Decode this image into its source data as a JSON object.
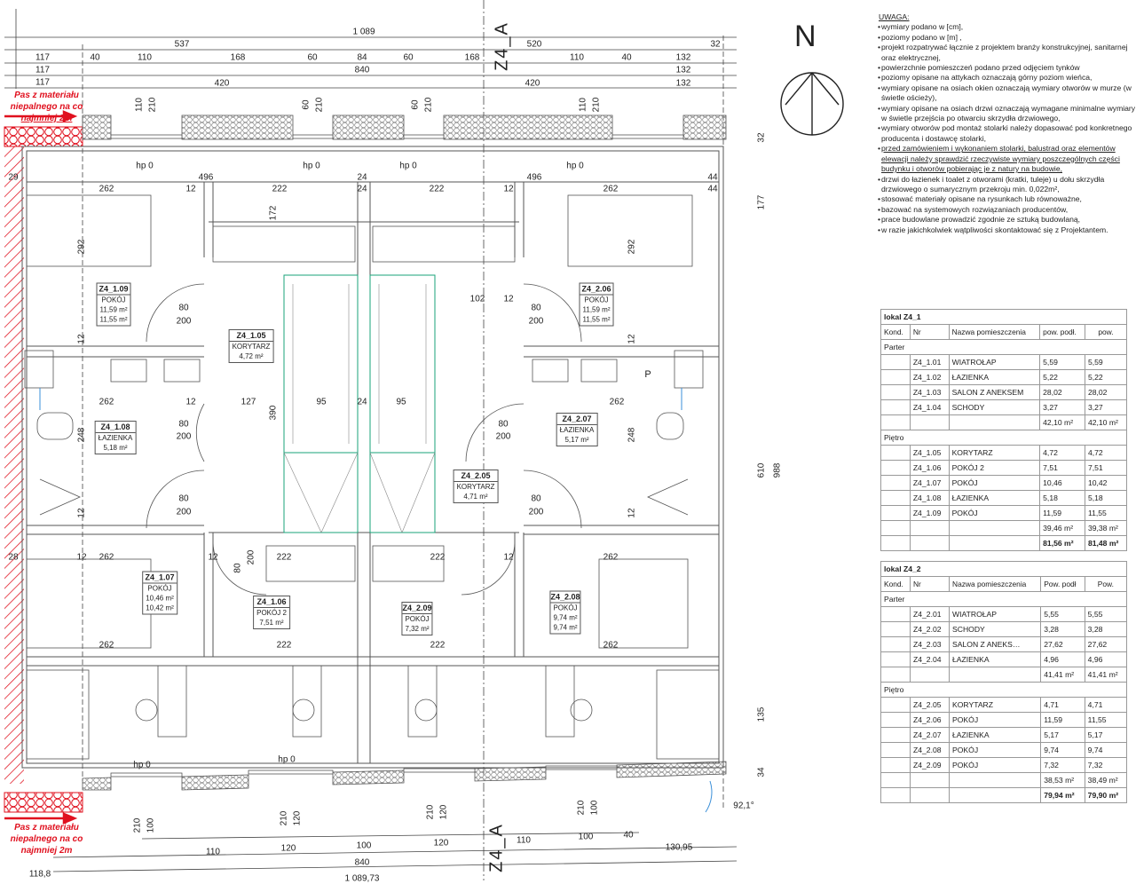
{
  "compass": {
    "label": "N"
  },
  "axis_labels": {
    "top": "Z4_A",
    "bottom": "Z4_A"
  },
  "fire_strip_note": {
    "top": [
      "Pas z materiału",
      "niepalnego na co",
      "najmniej 2m"
    ],
    "bottom": [
      "Pas z materiału",
      "niepalnego na co",
      "najmniej 2m"
    ]
  },
  "dimensions": {
    "top": [
      "1 089",
      "537",
      "520",
      "32",
      "117",
      "40",
      "110",
      "168",
      "60",
      "84",
      "60",
      "168",
      "110",
      "40",
      "132",
      "117",
      "840",
      "132",
      "117",
      "420",
      "420",
      "132"
    ],
    "window_heights": [
      "110",
      "210",
      "60",
      "210",
      "60",
      "210",
      "110",
      "210"
    ],
    "levels": [
      "hp 0",
      "hp 0",
      "hp 0",
      "hp 0",
      "hp 0",
      "hp 0"
    ],
    "interior": [
      "496",
      "496",
      "262",
      "12",
      "222",
      "24",
      "222",
      "12",
      "262",
      "44",
      "44",
      "292",
      "292",
      "172",
      "390",
      "102",
      "12",
      "12",
      "12",
      "262",
      "12",
      "127",
      "95",
      "24",
      "95",
      "262",
      "248",
      "248",
      "262",
      "12",
      "222",
      "222",
      "12",
      "262",
      "262",
      "222",
      "222",
      "262",
      "12",
      "12",
      "12",
      "24",
      "29",
      "28"
    ],
    "doors": [
      "80",
      "200",
      "80",
      "200",
      "80",
      "200",
      "80",
      "200",
      "80",
      "200",
      "80",
      "200",
      "80",
      "200"
    ],
    "right": [
      "32",
      "177",
      "610",
      "988",
      "135",
      "34"
    ],
    "bottom_windows": [
      "210",
      "100",
      "210",
      "120",
      "210",
      "120",
      "210",
      "100"
    ],
    "bottom": [
      "110",
      "120",
      "100",
      "120",
      "110",
      "100",
      "40",
      "130,95",
      "840",
      "118,8",
      "1 089,73"
    ],
    "angle": "92,1°"
  },
  "rooms": [
    {
      "id": "Z4_1.09",
      "name": "POKÓJ",
      "a1": "11,59 m²",
      "a2": "11,55 m²"
    },
    {
      "id": "Z4_1.05",
      "name": "KORYTARZ",
      "a1": "4,72 m²"
    },
    {
      "id": "Z4_1.08",
      "name": "ŁAZIENKA",
      "a1": "5,18 m²"
    },
    {
      "id": "Z4_1.07",
      "name": "POKÓJ",
      "a1": "10,46 m²",
      "a2": "10,42 m²"
    },
    {
      "id": "Z4_1.06",
      "name": "POKÓJ 2",
      "a1": "7,51 m²"
    },
    {
      "id": "Z4_2.09",
      "name": "POKÓJ",
      "a1": "7,32 m²"
    },
    {
      "id": "Z4_2.05",
      "name": "KORYTARZ",
      "a1": "4,71 m²"
    },
    {
      "id": "Z4_2.06",
      "name": "POKÓJ",
      "a1": "11,59 m²",
      "a2": "11,55 m²"
    },
    {
      "id": "Z4_2.07",
      "name": "ŁAZIENKA",
      "a1": "5,17 m²"
    },
    {
      "id": "Z4_2.08",
      "name": "POKÓJ",
      "a1": "9,74 m²",
      "a2": "9,74 m²"
    }
  ],
  "misc": {
    "p_label": "P"
  },
  "notes": {
    "title": "UWAGA:",
    "items": [
      "wymiary podano w [cm],",
      "poziomy podano w [m] ,",
      "projekt rozpatrywać łącznie z projektem branży konstrukcyjnej, sanitarnej oraz elektrycznej,",
      "powierzchnie pomieszczeń podano przed odjęciem tynków",
      "poziomy opisane na attykach oznaczają górny poziom wieńca,",
      "wymiary opisane na osiach okien oznaczają wymiary otworów w murze (w świetle ościeży),",
      "wymiary opisane na osiach drzwi oznaczają wymagane minimalne wymiary w świetle przejścia po otwarciu skrzydła drzwiowego,",
      "wymiary otworów pod montaż stolarki należy dopasować pod konkretnego producenta i  dostawcę stolarki,",
      "przed zamówieniem i wykonaniem stolarki, balustrad oraz elementów elewacji należy sprawdzić rzeczywiste wymiary poszczególnych części budynku i otworów pobierając je z natury na budowie,",
      "drzwi do łazienek i toalet z otworami (kratki, tuleje) u dołu skrzydła drzwiowego o sumarycznym przekroju min. 0,022m²,",
      "stosować materiały opisane na rysunkach lub równoważne,",
      "bazować na systemowych rozwiązaniach producentów,",
      "prace budowlane prowadzić zgodnie ze sztuką budowlaną,",
      "w razie jakichkolwiek wątpliwości skontaktować się z Projektantem."
    ]
  },
  "tables": [
    {
      "title": "lokal Z4_1",
      "headers": [
        "Kond.",
        "Nr",
        "Nazwa pomieszczenia",
        "pow. podł.",
        "pow."
      ],
      "groups": [
        {
          "name": "Parter",
          "rows": [
            [
              "Z4_1.01",
              "WIATROŁAP",
              "5,59",
              "5,59"
            ],
            [
              "Z4_1.02",
              "ŁAZIENKA",
              "5,22",
              "5,22"
            ],
            [
              "Z4_1.03",
              "SALON Z ANEKSEM",
              "28,02",
              "28,02"
            ],
            [
              "Z4_1.04",
              "SCHODY",
              "3,27",
              "3,27"
            ]
          ],
          "sum": [
            "42,10 m²",
            "42,10 m²"
          ]
        },
        {
          "name": "Piętro",
          "rows": [
            [
              "Z4_1.05",
              "KORYTARZ",
              "4,72",
              "4,72"
            ],
            [
              "Z4_1.06",
              "POKÓJ 2",
              "7,51",
              "7,51"
            ],
            [
              "Z4_1.07",
              "POKÓJ",
              "10,46",
              "10,42"
            ],
            [
              "Z4_1.08",
              "ŁAZIENKA",
              "5,18",
              "5,18"
            ],
            [
              "Z4_1.09",
              "POKÓJ",
              "11,59",
              "11,55"
            ]
          ],
          "sum": [
            "39,46 m²",
            "39,38 m²"
          ]
        }
      ],
      "total": [
        "81,56 m²",
        "81,48 m²"
      ]
    },
    {
      "title": "lokal Z4_2",
      "headers": [
        "Kond.",
        "Nr",
        "Nazwa pomieszczenia",
        "Pow. podł",
        "Pow."
      ],
      "groups": [
        {
          "name": "Parter",
          "rows": [
            [
              "Z4_2.01",
              "WIATROŁAP",
              "5,55",
              "5,55"
            ],
            [
              "Z4_2.02",
              "SCHODY",
              "3,28",
              "3,28"
            ],
            [
              "Z4_2.03",
              "SALON Z ANEKS…",
              "27,62",
              "27,62"
            ],
            [
              "Z4_2.04",
              "ŁAZIENKA",
              "4,96",
              "4,96"
            ]
          ],
          "sum": [
            "41,41 m²",
            "41,41 m²"
          ]
        },
        {
          "name": "Piętro",
          "rows": [
            [
              "Z4_2.05",
              "KORYTARZ",
              "4,71",
              "4,71"
            ],
            [
              "Z4_2.06",
              "POKÓJ",
              "11,59",
              "11,55"
            ],
            [
              "Z4_2.07",
              "ŁAZIENKA",
              "5,17",
              "5,17"
            ],
            [
              "Z4_2.08",
              "POKÓJ",
              "9,74",
              "9,74"
            ],
            [
              "Z4_2.09",
              "POKÓJ",
              "7,32",
              "7,32"
            ]
          ],
          "sum": [
            "38,53 m²",
            "38,49 m²"
          ]
        }
      ],
      "total": [
        "79,94 m²",
        "79,90 m²"
      ]
    }
  ]
}
